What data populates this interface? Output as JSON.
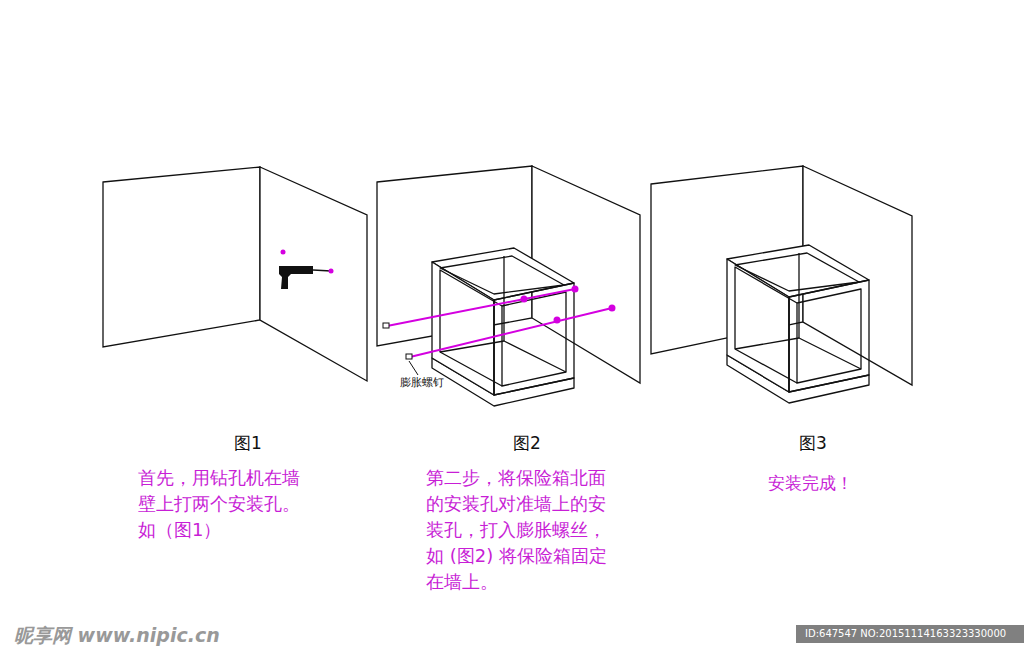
{
  "diagram": {
    "labels": [
      "膨胀螺钉",
      "图1",
      "首先，用钻孔机在墙 壁上打两个安装孔。 如（图1）",
      "图2",
      "第二步，将保险箱北面 的安装孔对准墙上的安 装孔，打入膨胀螺丝， 如 (图2) 将保险箱固定 在墙上。",
      "图3",
      "安装完成！",
      "昵享网 www.nipic.cn",
      "ID:647547 NO:20151114163323330000"
    ]
  }
}
